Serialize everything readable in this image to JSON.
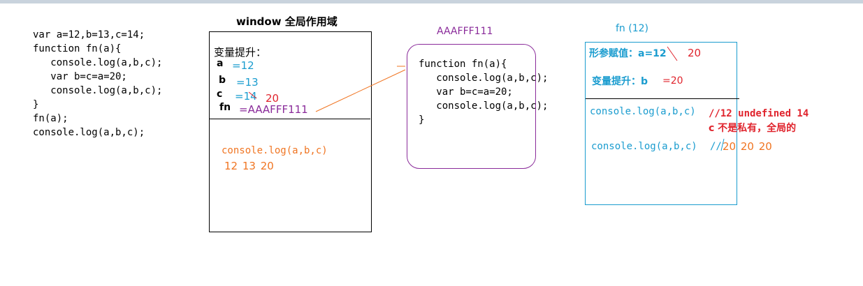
{
  "code_listing": [
    "var a=12,b=13,c=14;",
    "function fn(a){",
    "   console.log(a,b,c);",
    "   var b=c=a=20;",
    "   console.log(a,b,c);",
    "}",
    "fn(a);",
    "console.log(a,b,c);"
  ],
  "global_scope": {
    "title": "window 全局作用域",
    "hoist_label": "变量提升：",
    "var_a": "a",
    "val_a": "=12",
    "var_b": "b",
    "val_b": "=13",
    "var_c": "c",
    "val_c": "=14",
    "new_c": "20",
    "var_fn": "fn",
    "val_fn": "=AAAFFF111",
    "log_call": "console.log(a,b,c)",
    "log_result": "12 13 20"
  },
  "heap": {
    "address": "AAAFFF111",
    "code": [
      "function fn(a){",
      "   console.log(a,b,c);",
      "   var b=c=a=20;",
      "   console.log(a,b,c);",
      "}"
    ]
  },
  "fn_scope": {
    "title": "fn (12)",
    "param_label": "形参赋值：a=12",
    "param_new": "20",
    "hoist_label": "变量提升：b",
    "hoist_value": "=20",
    "log1": "console.log(a,b,c)",
    "log1_result": "//12 undefined 14",
    "log1_note": "c 不是私有，全局的",
    "log2": "console.log(a,b,c)",
    "log2_slashes": "//",
    "log2_result": "20 20 20"
  },
  "colors": {
    "blue": "#1a9ccf",
    "purple": "#8a2b9a",
    "red": "#e0242d",
    "orange": "#f07522"
  }
}
